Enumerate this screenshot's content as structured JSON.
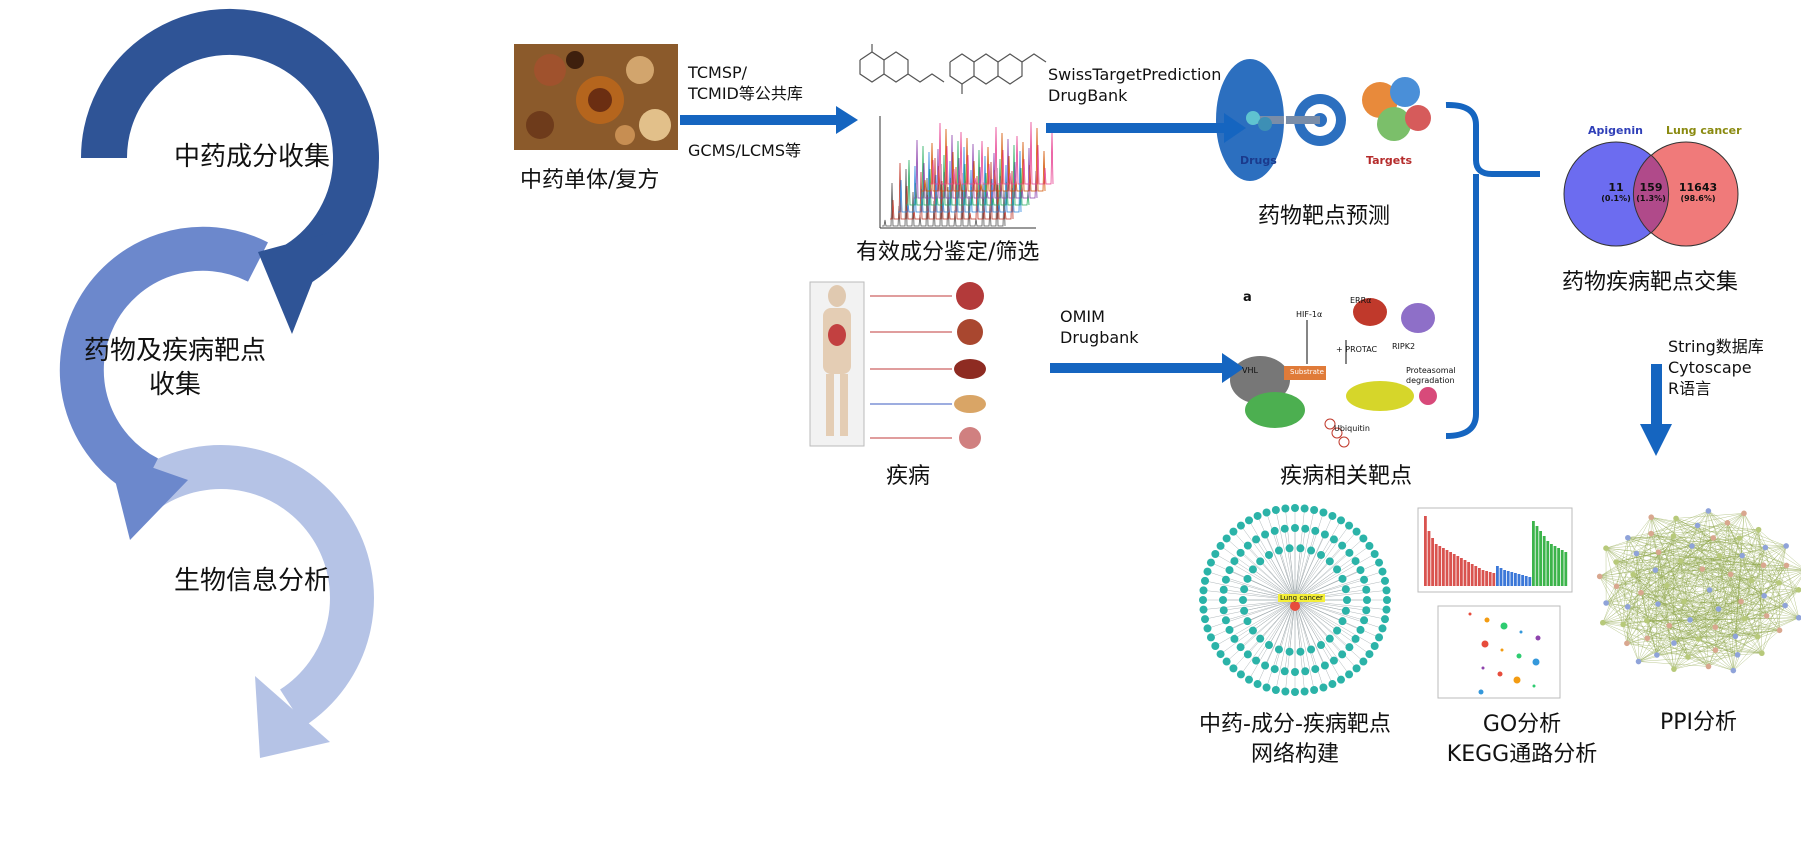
{
  "cycle": {
    "step1": "中药成分收集",
    "step2_line1": "药物及疾病靶点",
    "step2_line2": "收集",
    "step3": "生物信息分析",
    "colors": [
      "#2f5496",
      "#6c88cc",
      "#b5c3e6"
    ]
  },
  "flow": {
    "herb_label": "中药单体/复方",
    "db1_line1": "TCMSP/",
    "db1_line2": "TCMID等公共库",
    "db1_line3": "GCMS/LCMS等",
    "ingredient_label": "有效成分鉴定/筛选",
    "db2_line1": "SwissTargetPrediction",
    "db2_line2": "DrugBank",
    "drug_target_label": "药物靶点预测",
    "drugs_text": "Drugs",
    "targets_text": "Targets",
    "disease_label": "疾病",
    "db3_line1": "OMIM",
    "db3_line2": "Drugbank",
    "disease_target_label": "疾病相关靶点",
    "panel_a": "a",
    "hif_text": "HIF-1α",
    "erra_text": "ERRα",
    "ripk2_text": "RIPK2",
    "protac_text": "+ PROTAC",
    "substrate_text": "Substrate",
    "vhl_text": "VHL",
    "proteasomal_text": "Proteasomal",
    "degradation_text": "degradation",
    "ubiquitin_text": "Ubiquitin",
    "venn_left": "Apigenin",
    "venn_right": "Lung cancer",
    "venn_n1": "11",
    "venn_p1": "(0.1%)",
    "venn_n2": "159",
    "venn_p2": "(1.3%)",
    "venn_n3": "11643",
    "venn_p3": "(98.6%)",
    "intersection_label": "药物疾病靶点交集",
    "tools_line1": "String数据库",
    "tools_line2": "Cytoscape",
    "tools_line3": "R语言",
    "network_line1": "中药-成分-疾病靶点",
    "network_line2": "网络构建",
    "network_center": "Lung cancer",
    "go_line1": "GO分析",
    "go_line2": "KEGG通路分析",
    "ppi_label": "PPI分析",
    "arrow_color": "#1565c0"
  }
}
